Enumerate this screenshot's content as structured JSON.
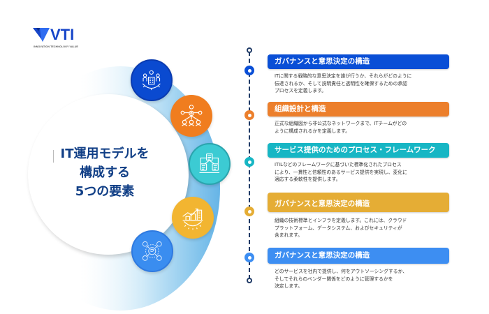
{
  "logo": {
    "brand": "VTI",
    "tagline": "INNOVATION TECHNOLOGY VALUE",
    "color": "#1746c9"
  },
  "center": {
    "title_lines": [
      "IT運用モデルを",
      "構成する",
      "5つの要素"
    ],
    "color": "#113f86"
  },
  "icons": [
    {
      "name": "team-building-gear-icon",
      "color": "#0a4ad0"
    },
    {
      "name": "org-chart-network-icon",
      "color": "#f07d1f"
    },
    {
      "name": "process-flow-documents-icon",
      "color": "#3ccbd3"
    },
    {
      "name": "growth-city-gear-icon",
      "color": "#f2b531"
    },
    {
      "name": "global-network-hub-icon",
      "color": "#3a8df0"
    }
  ],
  "sections": [
    {
      "title": "ガバナンスと意思決定の構造",
      "color": "#0a4fd6",
      "body_lines": [
        "ITに関する戦略的な意思決定を誰が行うか、それらがどのように",
        "伝達されるか、そして説明責任と透明性を確保するための承認",
        "プロセスを定義します。"
      ]
    },
    {
      "title": "組織設計と構造",
      "color": "#ec7f2c",
      "body_lines": [
        "正式な組織図から非公式なネットワークまで、ITチームがどの",
        "ように構成されるかを定義します。"
      ]
    },
    {
      "title": "サービス提供のためのプロセス・フレームワーク",
      "color": "#17b6c4",
      "body_lines": [
        "ITILなどのフレームワークに基づいた標準化されたプロセス",
        "により、一貫性と信頼性のあるサービス提供を実現し、変化に",
        "適応する柔軟性を提供します。"
      ]
    },
    {
      "title": "ガバナンスと意思決定の構造",
      "color": "#e5ad35",
      "body_lines": [
        "組織の技術標準とインフラを定義します。これには、クラウド",
        "プラットフォーム、データシステム、およびセキュリティが",
        "含まれます。"
      ]
    },
    {
      "title": "ガバナンスと意思決定の構造",
      "color": "#3d8ef2",
      "body_lines": [
        "どのサービスを社内で提供し、何をアウトソーシングするか、",
        "そしてそれらのベンダー関係をどのように管理するかを",
        "決定します。"
      ]
    }
  ],
  "timeline": {
    "line_color": "#1f3a66",
    "dot_colors": [
      "#0a4fd6",
      "#ec7f2c",
      "#17b6c4",
      "#e5ad35",
      "#3d8ef2"
    ]
  }
}
